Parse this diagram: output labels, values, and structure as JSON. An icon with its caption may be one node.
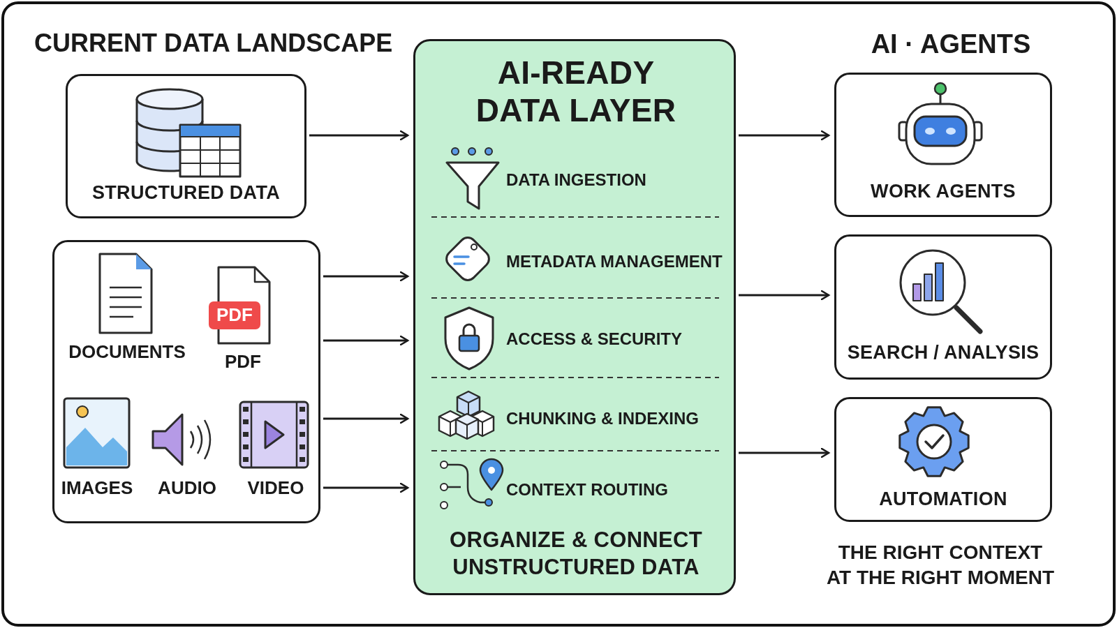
{
  "diagram": {
    "nodes": [
      {
        "text": [
          "STRUCTURED DATA"
        ]
      },
      {
        "text": [],
        "shape": "box"
      },
      {
        "text": [
          "AI-READY DATA LAYER",
          "ORGANIZE & CONNECT UNSTRUCTURED DATA"
        ]
      },
      {
        "text": [
          "DATA INGESTION"
        ],
        "in": 2
      },
      {
        "text": [
          "METADATA MANAGEMENT"
        ],
        "in": 2
      },
      {
        "text": [
          "ACCESS & SECURITY"
        ],
        "in": 2
      },
      {
        "text": [
          "CHUNKING & INDEXING"
        ],
        "in": 2
      },
      {
        "text": [
          "CONTEXT ROUTING"
        ],
        "in": 2
      },
      {
        "text": [
          "WORK AGENTS"
        ]
      },
      {
        "text": [
          "SEARCH / ANALYSIS"
        ]
      },
      {
        "text": [
          "AUTOMATION"
        ]
      }
    ],
    "edges": [
      {
        "from": 0,
        "to": 2,
        "arrow": "to"
      },
      {
        "from": 1,
        "to": 2,
        "arrow": "to"
      },
      {
        "from": 1,
        "to": 2,
        "arrow": "to"
      },
      {
        "from": 1,
        "to": 2,
        "arrow": "to"
      },
      {
        "from": 1,
        "to": 2,
        "arrow": "to"
      },
      {
        "from": 2,
        "to": 8,
        "arrow": "to"
      },
      {
        "from": 2,
        "to": 9,
        "arrow": "to"
      },
      {
        "from": 2,
        "to": 10,
        "arrow": "to"
      }
    ],
    "labels": [
      "CURRENT DATA LANDSCAPE",
      "AI · AGENTS",
      "DOCUMENTS",
      "PDF",
      "PDF",
      "IMAGES",
      "AUDIO",
      "VIDEO",
      "THE RIGHT CONTEXT AT THE RIGHT MOMENT"
    ]
  }
}
